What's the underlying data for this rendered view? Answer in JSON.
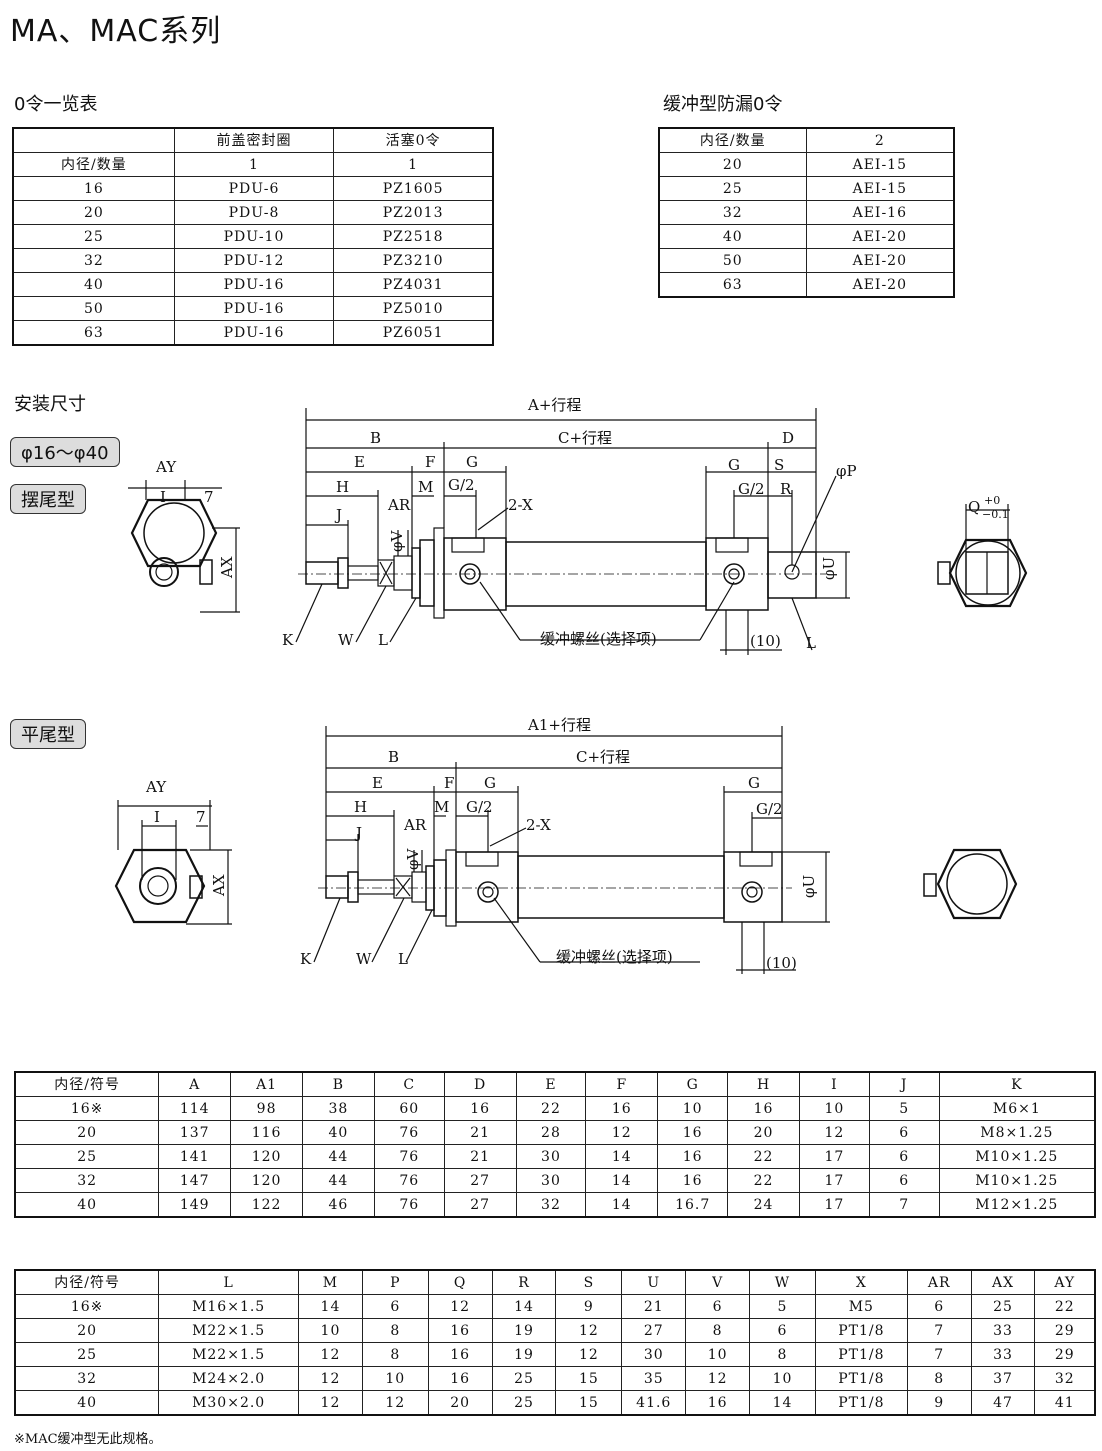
{
  "title": "MA、MAC系列",
  "oring_section": {
    "title": "0令一览表",
    "header_row1": [
      "",
      "前盖密封圈",
      "活塞0令"
    ],
    "header_row2": [
      "内径/数量",
      "1",
      "1"
    ],
    "rows": [
      [
        "16",
        "PDU-6",
        "PZ1605"
      ],
      [
        "20",
        "PDU-8",
        "PZ2013"
      ],
      [
        "25",
        "PDU-10",
        "PZ2518"
      ],
      [
        "32",
        "PDU-12",
        "PZ3210"
      ],
      [
        "40",
        "PDU-16",
        "PZ4031"
      ],
      [
        "50",
        "PDU-16",
        "PZ5010"
      ],
      [
        "63",
        "PDU-16",
        "PZ6051"
      ]
    ]
  },
  "buffer_section": {
    "title": "缓冲型防漏0令",
    "header": [
      "内径/数量",
      "2"
    ],
    "rows": [
      [
        "20",
        "AEI-15"
      ],
      [
        "25",
        "AEI-15"
      ],
      [
        "32",
        "AEI-16"
      ],
      [
        "40",
        "AEI-20"
      ],
      [
        "50",
        "AEI-20"
      ],
      [
        "63",
        "AEI-20"
      ]
    ]
  },
  "install_section": {
    "title": "安装尺寸",
    "range_tag": "φ16～φ40",
    "swing_tag": "摆尾型",
    "flat_tag": "平尾型"
  },
  "drawing1": {
    "A_stroke": "A+行程",
    "C_stroke": "C+行程",
    "B": "B",
    "D": "D",
    "E": "E",
    "F": "F",
    "G": "G",
    "G2": "G/2",
    "S": "S",
    "R": "R",
    "H": "H",
    "M": "M",
    "AR": "AR",
    "J": "J",
    "V": "φV",
    "X2": "2-X",
    "P": "φP",
    "U": "φU",
    "K": "K",
    "W": "W",
    "L": "L",
    "L2": "L",
    "ten": "(10)",
    "screw": "缓冲螺丝(选择项)",
    "AY": "AY",
    "I": "I",
    "seven": "7",
    "AX": "AX",
    "Q": "Q",
    "tol_hi": "+0",
    "tol_lo": "−0.1"
  },
  "drawing2": {
    "A1_stroke": "A1+行程",
    "C_stroke": "C+行程",
    "B": "B",
    "E": "E",
    "F": "F",
    "G": "G",
    "G2": "G/2",
    "H": "H",
    "M": "M",
    "AR": "AR",
    "J": "J",
    "V": "φV",
    "X2": "2-X",
    "U": "φU",
    "K": "K",
    "W": "W",
    "L": "L",
    "ten": "(10)",
    "screw": "缓冲螺丝(选择项)",
    "AY": "AY",
    "I": "I",
    "seven": "7",
    "AX": "AX",
    "G_right": "G",
    "G2_right": "G/2"
  },
  "dim_table1": {
    "header": [
      "内径/符号",
      "A",
      "A1",
      "B",
      "C",
      "D",
      "E",
      "F",
      "G",
      "H",
      "I",
      "J",
      "K"
    ],
    "rows": [
      [
        "16※",
        "114",
        "98",
        "38",
        "60",
        "16",
        "22",
        "16",
        "10",
        "16",
        "10",
        "5",
        "M6×1"
      ],
      [
        "20",
        "137",
        "116",
        "40",
        "76",
        "21",
        "28",
        "12",
        "16",
        "20",
        "12",
        "6",
        "M8×1.25"
      ],
      [
        "25",
        "141",
        "120",
        "44",
        "76",
        "21",
        "30",
        "14",
        "16",
        "22",
        "17",
        "6",
        "M10×1.25"
      ],
      [
        "32",
        "147",
        "120",
        "44",
        "76",
        "27",
        "30",
        "14",
        "16",
        "22",
        "17",
        "6",
        "M10×1.25"
      ],
      [
        "40",
        "149",
        "122",
        "46",
        "76",
        "27",
        "32",
        "14",
        "16.7",
        "24",
        "17",
        "7",
        "M12×1.25"
      ]
    ]
  },
  "dim_table2": {
    "header": [
      "内径/符号",
      "L",
      "M",
      "P",
      "Q",
      "R",
      "S",
      "U",
      "V",
      "W",
      "X",
      "AR",
      "AX",
      "AY"
    ],
    "rows": [
      [
        "16※",
        "M16×1.5",
        "14",
        "6",
        "12",
        "14",
        "9",
        "21",
        "6",
        "5",
        "M5",
        "6",
        "25",
        "22"
      ],
      [
        "20",
        "M22×1.5",
        "10",
        "8",
        "16",
        "19",
        "12",
        "27",
        "8",
        "6",
        "PT1/8",
        "7",
        "33",
        "29"
      ],
      [
        "25",
        "M22×1.5",
        "12",
        "8",
        "16",
        "19",
        "12",
        "30",
        "10",
        "8",
        "PT1/8",
        "7",
        "33",
        "29"
      ],
      [
        "32",
        "M24×2.0",
        "12",
        "10",
        "16",
        "25",
        "15",
        "35",
        "12",
        "10",
        "PT1/8",
        "8",
        "37",
        "32"
      ],
      [
        "40",
        "M30×2.0",
        "12",
        "12",
        "20",
        "25",
        "15",
        "41.6",
        "16",
        "14",
        "PT1/8",
        "9",
        "47",
        "41"
      ]
    ]
  },
  "footnote": "※MAC缓冲型无此规格。"
}
